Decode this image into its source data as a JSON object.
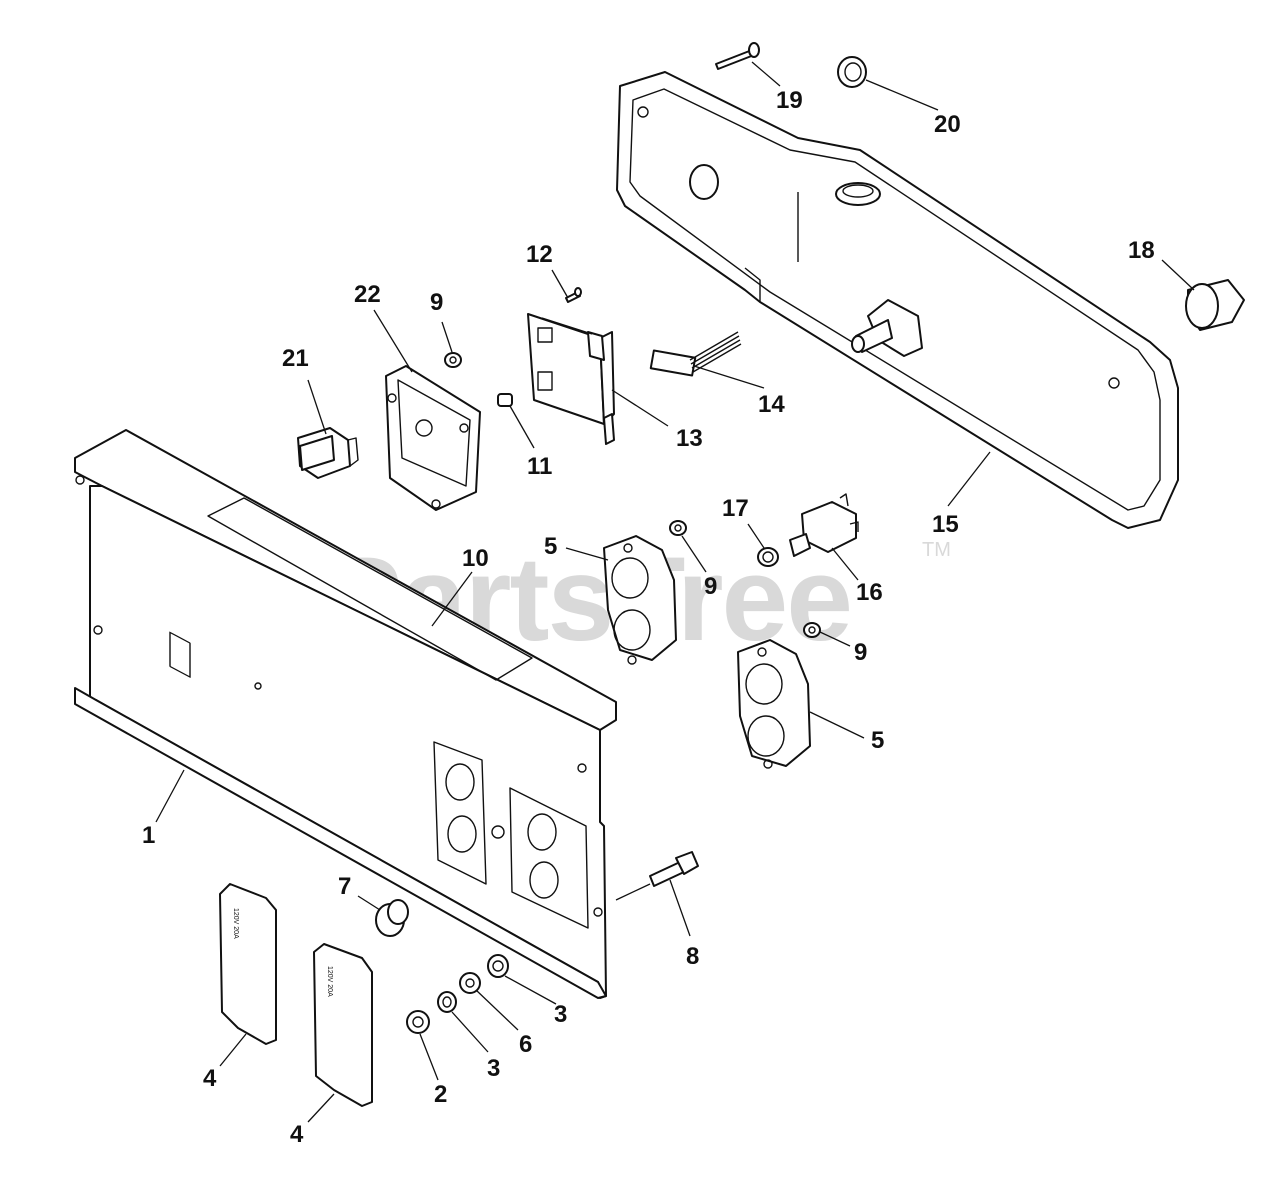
{
  "watermark": {
    "text": "PartsTree",
    "tm": "TM"
  },
  "cover_labels": {
    "left": "120V 20A",
    "right": "120V 20A"
  },
  "callouts": [
    {
      "id": "c1",
      "label": "1"
    },
    {
      "id": "c2",
      "label": "2"
    },
    {
      "id": "c3a",
      "label": "3"
    },
    {
      "id": "c3b",
      "label": "3"
    },
    {
      "id": "c4a",
      "label": "4"
    },
    {
      "id": "c4b",
      "label": "4"
    },
    {
      "id": "c5a",
      "label": "5"
    },
    {
      "id": "c5b",
      "label": "5"
    },
    {
      "id": "c6",
      "label": "6"
    },
    {
      "id": "c7",
      "label": "7"
    },
    {
      "id": "c8",
      "label": "8"
    },
    {
      "id": "c9a",
      "label": "9"
    },
    {
      "id": "c9b",
      "label": "9"
    },
    {
      "id": "c9c",
      "label": "9"
    },
    {
      "id": "c10",
      "label": "10"
    },
    {
      "id": "c11",
      "label": "11"
    },
    {
      "id": "c12",
      "label": "12"
    },
    {
      "id": "c13",
      "label": "13"
    },
    {
      "id": "c14",
      "label": "14"
    },
    {
      "id": "c15",
      "label": "15"
    },
    {
      "id": "c16",
      "label": "16"
    },
    {
      "id": "c17",
      "label": "17"
    },
    {
      "id": "c18",
      "label": "18"
    },
    {
      "id": "c19",
      "label": "19"
    },
    {
      "id": "c20",
      "label": "20"
    },
    {
      "id": "c21",
      "label": "21"
    },
    {
      "id": "c22",
      "label": "22"
    }
  ]
}
